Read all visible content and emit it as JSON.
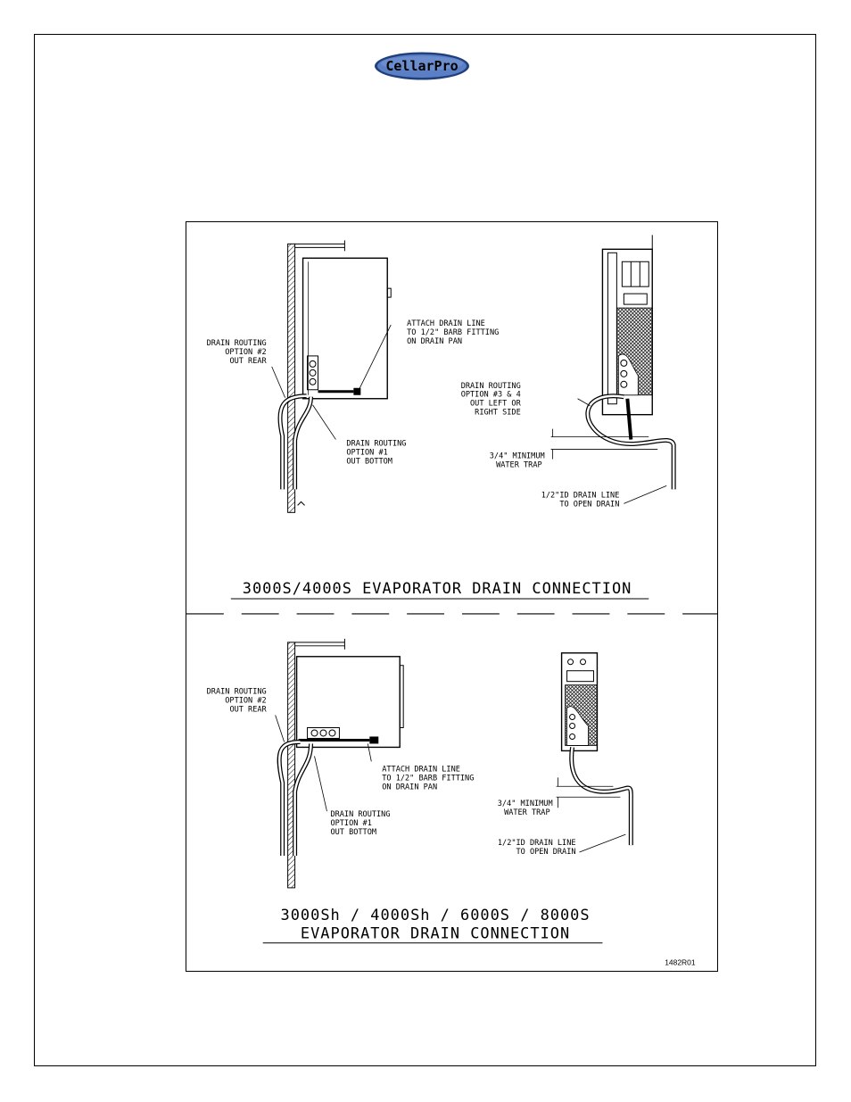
{
  "logo": {
    "text": "CellarPro",
    "color_fill": "#4a6fb5",
    "color_outline": "#1f3f7d"
  },
  "top_diagram": {
    "title": "3000S/4000S EVAPORATOR DRAIN CONNECTION",
    "left_callouts": {
      "option2": [
        "DRAIN ROUTING",
        "OPTION #2",
        "OUT REAR"
      ],
      "attach": [
        "ATTACH DRAIN LINE",
        "TO 1/2\" BARB FITTING",
        "ON DRAIN PAN"
      ],
      "option1": [
        "DRAIN ROUTING",
        "OPTION #1",
        "OUT BOTTOM"
      ]
    },
    "right_callouts": {
      "option34": [
        "DRAIN ROUTING",
        "OPTION #3 & 4",
        "OUT LEFT OR",
        "RIGHT SIDE"
      ],
      "trap": [
        "3/4\" MINIMUM",
        "WATER TRAP"
      ],
      "drain": [
        "1/2\"ID DRAIN LINE",
        "TO OPEN DRAIN"
      ]
    }
  },
  "bottom_diagram": {
    "title_line1": "3000Sh / 4000Sh / 6000S / 8000S",
    "title_line2": "EVAPORATOR DRAIN CONNECTION",
    "left_callouts": {
      "option2": [
        "DRAIN ROUTING",
        "OPTION #2",
        "OUT REAR"
      ],
      "attach": [
        "ATTACH DRAIN LINE",
        "TO 1/2\" BARB FITTING",
        "ON DRAIN PAN"
      ],
      "option1": [
        "DRAIN ROUTING",
        "OPTION #1",
        "OUT BOTTOM"
      ]
    },
    "right_callouts": {
      "trap": [
        "3/4\" MINIMUM",
        "WATER TRAP"
      ],
      "drain": [
        "1/2\"ID DRAIN LINE",
        "TO OPEN DRAIN"
      ]
    }
  },
  "drawing_number": "1482R01"
}
